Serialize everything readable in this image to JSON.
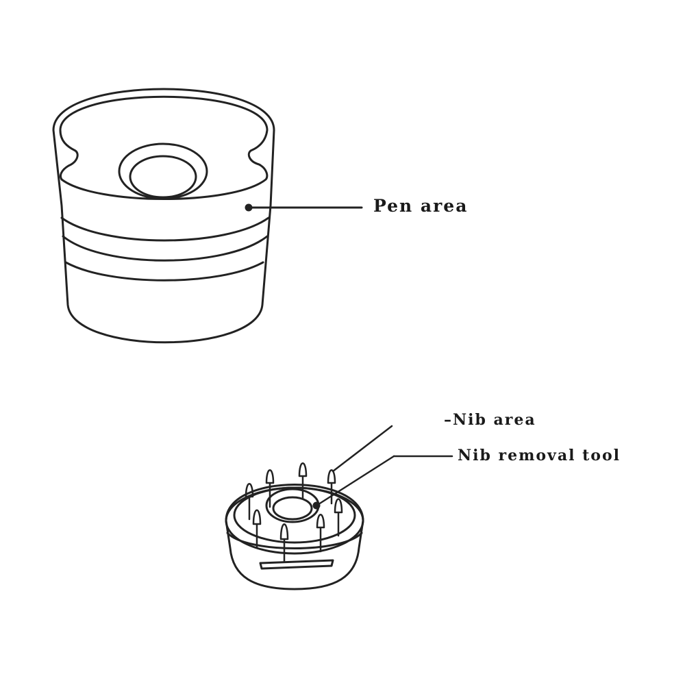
{
  "labels": {
    "pen_area": "Pen area",
    "nib_area": "–Nib area",
    "nib_removal_tool": "Nib removal tool"
  },
  "colors": {
    "stroke": "#222222",
    "background": "#ffffff"
  }
}
